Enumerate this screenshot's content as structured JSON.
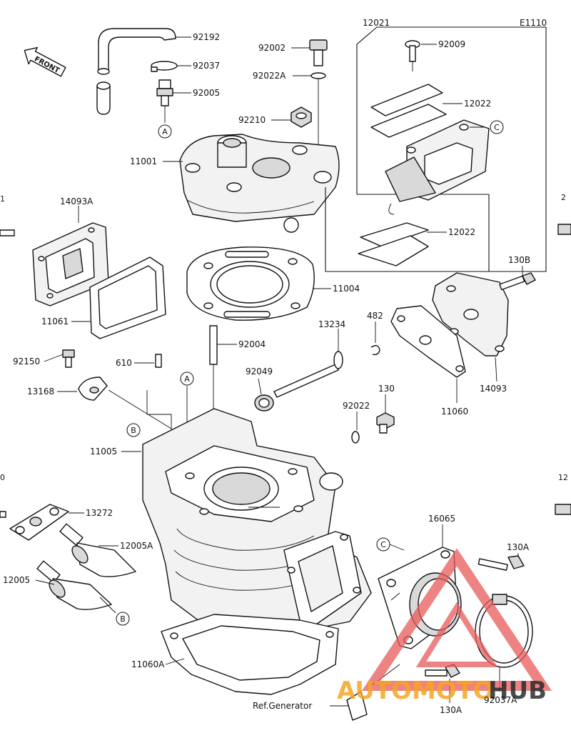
{
  "diagram_code": "E1110",
  "front_label": "FRONT",
  "ref_label": "Ref.Generator",
  "watermark": {
    "text_a": "AUTOMOTO",
    "text_b": "HUB",
    "color_a": "#f5a623",
    "color_b": "#2b2b2b",
    "logo_color": "#e85a5a"
  },
  "callouts": {
    "a1": "A",
    "a2": "A",
    "b1": "B",
    "b2": "B",
    "c1": "C",
    "c2": "C"
  },
  "parts": {
    "p92192": "92192",
    "p92037": "92037",
    "p92005": "92005",
    "p92002": "92002",
    "p92022A": "92022A",
    "p92210": "92210",
    "p11001": "11001",
    "p12021": "12021",
    "p92009": "92009",
    "p12022a": "12022",
    "p12022b": "12022",
    "p14093A": "14093A",
    "p11061": "11061",
    "p11004": "11004",
    "p130B": "130B",
    "p13234": "13234",
    "p482": "482",
    "p14093": "14093",
    "p11060": "11060",
    "p92150": "92150",
    "p610": "610",
    "p13168": "13168",
    "p92004": "92004",
    "p92049": "92049",
    "p130": "130",
    "p92022": "92022",
    "p11005": "11005",
    "p13272": "13272",
    "p12005A": "12005A",
    "p12005": "12005",
    "p16065": "16065",
    "p130A_a": "130A",
    "p130A_b": "130A",
    "p11060A": "11060A",
    "p92037A": "92037A"
  }
}
